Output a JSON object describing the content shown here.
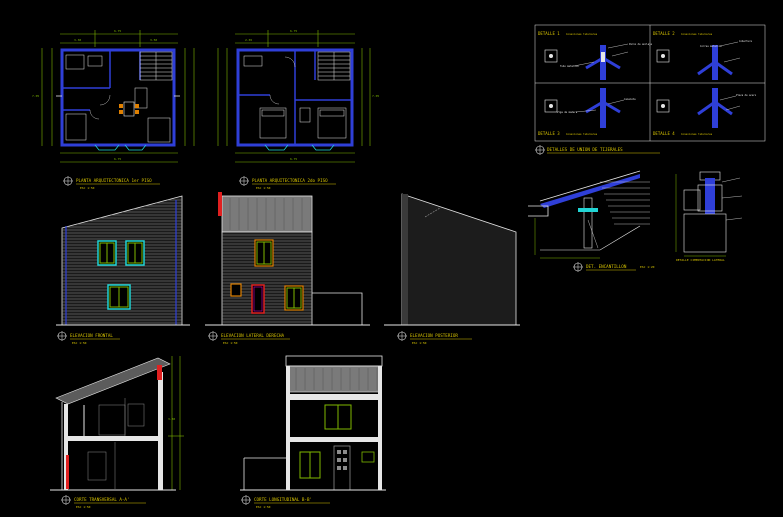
{
  "colors": {
    "background": "#000000",
    "wall_blue": "#2f3fd8",
    "dim_green": "#7fb800",
    "text_yellow": "#d8c400",
    "siding_gray": "#8c8c8c",
    "white": "#e6e6e6",
    "cyan": "#21d4d4",
    "red": "#e02020",
    "orange": "#e08000",
    "magenta": "#c800c8"
  },
  "plans": {
    "ground_floor_title": "PLANTA ARQUITECTONICA 1er PISO",
    "first_floor_title": "PLANTA ARQUITECTONICA 2do PISO",
    "scale": "ESC 1:50",
    "dimension_labels": [
      "6.75",
      "7.05",
      "3.30",
      "2.65",
      "3.50"
    ]
  },
  "elevations": {
    "front_title": "ELEVACION FRONTAL",
    "side_title": "ELEVACION LATERAL DERECHA",
    "rear_title": "ELEVACION POSTERIOR",
    "scale": "ESC 1:50"
  },
  "sections": {
    "section_a_title": "CORTE TRANSVERSAL A-A'",
    "section_b_title": "CORTE LONGITUDINAL B-B'",
    "scale": "ESC 1:50"
  },
  "details": {
    "detalle1": "DETALLE 1",
    "detalle2": "DETALLE 2",
    "detalle3": "DETALLE 3",
    "detalle4": "DETALLE 4",
    "detail_note": "Conexiones tubulares",
    "roof_details_title": "DETALLES DE UNION DE TIJERALES",
    "eave_detail_title": "DET. ENCANTILLON",
    "foundation_detail_title": "DETALLE CIMENTACION LATERAL",
    "scale": "ESC 1:20",
    "leader_labels": [
      "Perno de anclaje",
      "Tubo metalico",
      "Cobertura",
      "Correa metalica",
      "Canaleta",
      "Viga de madera",
      "Placa de acero"
    ]
  }
}
